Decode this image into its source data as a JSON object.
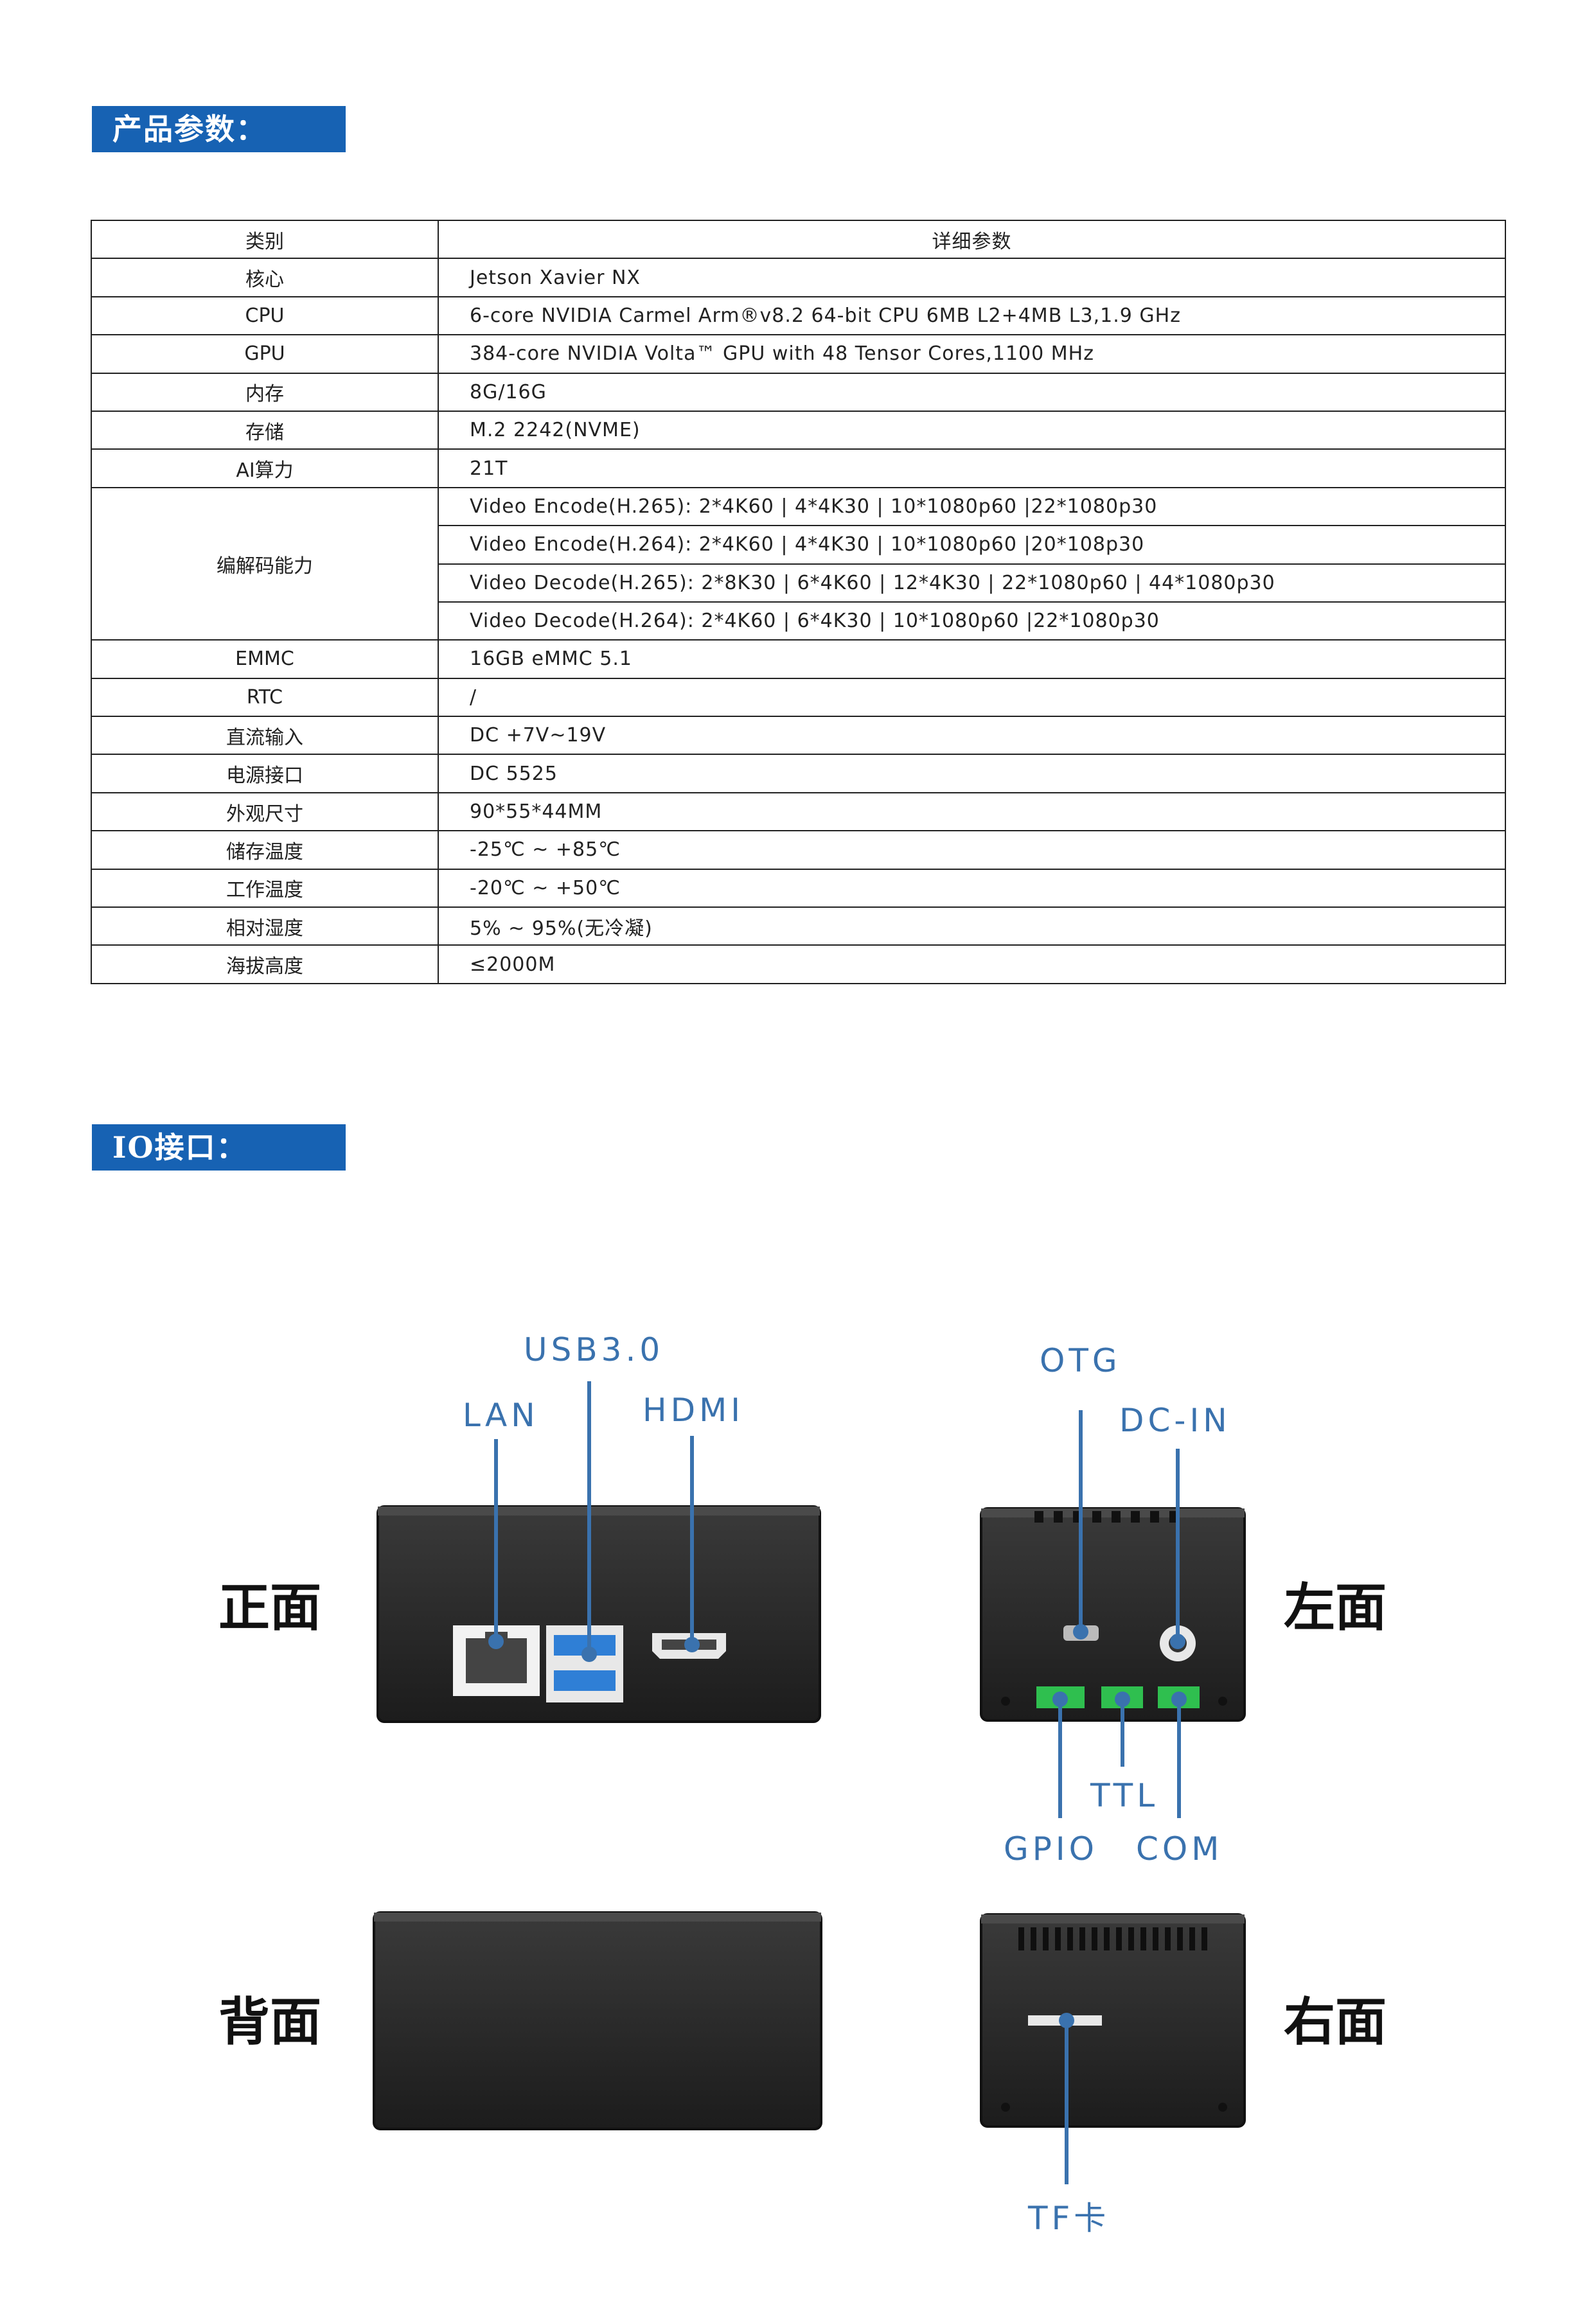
{
  "sections": {
    "params_title": "产品参数：",
    "io_title": "IO接口："
  },
  "table": {
    "header": {
      "category": "类别",
      "detail": "详细参数"
    },
    "rows": [
      {
        "label": "核心",
        "value": "Jetson Xavier NX"
      },
      {
        "label": "CPU",
        "value": "6-core NVIDIA Carmel Arm®v8.2 64-bit CPU 6MB L2+4MB L3,1.9 GHz"
      },
      {
        "label": "GPU",
        "value": "384-core NVIDIA Volta™ GPU with 48 Tensor Cores,1100 MHz"
      },
      {
        "label": "内存",
        "value": "8G/16G"
      },
      {
        "label": "存储",
        "value": "M.2  2242(NVME)"
      },
      {
        "label": "AI算力",
        "value": "21T"
      }
    ],
    "codec": {
      "label": "编解码能力",
      "values": [
        "Video Encode(H.265): 2*4K60 | 4*4K30 | 10*1080p60 |22*1080p30",
        "Video Encode(H.264): 2*4K60 | 4*4K30 | 10*1080p60 |20*108p30",
        "Video Decode(H.265): 2*8K30 | 6*4K60 | 12*4K30 | 22*1080p60 | 44*1080p30",
        "Video Decode(H.264): 2*4K60 | 6*4K30 | 10*1080p60 |22*1080p30"
      ]
    },
    "rows2": [
      {
        "label": "EMMC",
        "value": "16GB eMMC 5.1"
      },
      {
        "label": "RTC",
        "value": "/"
      },
      {
        "label": "直流输入",
        "value": "DC +7V~19V"
      },
      {
        "label": "电源接口",
        "value": "DC 5525"
      },
      {
        "label": "外观尺寸",
        "value": "90*55*44MM"
      },
      {
        "label": "储存温度",
        "value": "-25℃ ~ +85℃"
      },
      {
        "label": "工作温度",
        "value": "-20℃ ~ +50℃"
      },
      {
        "label": "相对湿度",
        "value": "5% ~ 95%(无冷凝)"
      },
      {
        "label": "海拔高度",
        "value": "≤2000M"
      }
    ]
  },
  "io": {
    "faces": {
      "front": "正面",
      "left": "左面",
      "back": "背面",
      "right": "右面"
    },
    "labels": {
      "usb": "USB3.0",
      "lan": "LAN",
      "hdmi": "HDMI",
      "otg": "OTG",
      "dcin": "DC-IN",
      "ttl": "TTL",
      "gpio": "GPIO",
      "com": "COM",
      "tf": "TF卡"
    },
    "colors": {
      "accent": "#1762b3",
      "label": "#3a72ae",
      "device": "#2a2a2a",
      "port_blue": "#2f7fd6",
      "terminal_green": "#2fbf4f"
    }
  }
}
